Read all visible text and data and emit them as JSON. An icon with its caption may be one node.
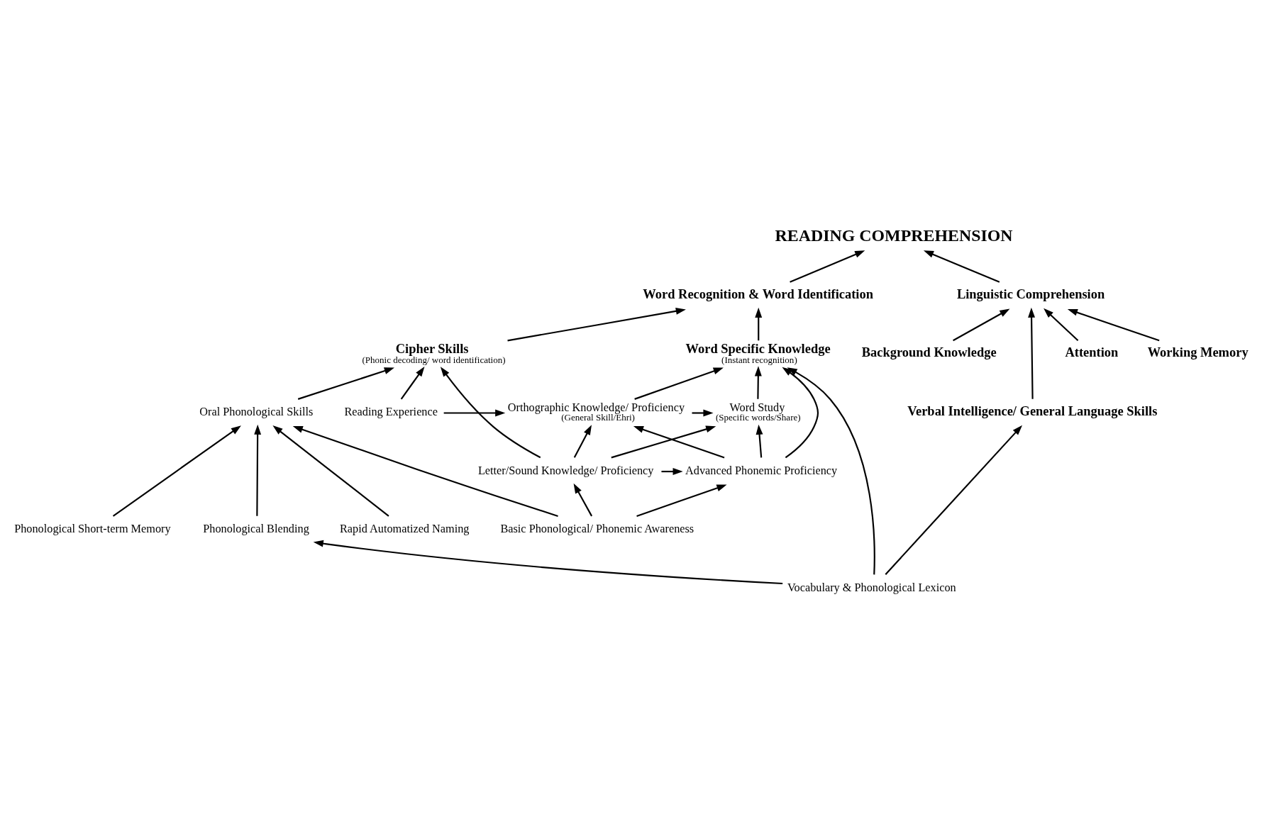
{
  "diagram": {
    "nodes": [
      {
        "text": [
          "READING COMPREHENSION"
        ]
      },
      {
        "text": [
          "Word Recognition & Word Identification"
        ]
      },
      {
        "text": [
          "Linguistic Comprehension"
        ]
      },
      {
        "text": [
          "Cipher Skills",
          "(Phonic decoding/ word identification)"
        ]
      },
      {
        "text": [
          "Word Specific Knowledge",
          "(Instant recognition)"
        ]
      },
      {
        "text": [
          "Attention"
        ]
      },
      {
        "text": [
          "Working Memory"
        ]
      },
      {
        "text": [
          "Background Knowledge"
        ]
      },
      {
        "text": [
          "Oral Phonological Skills"
        ]
      },
      {
        "text": [
          "Reading Experience"
        ]
      },
      {
        "text": [
          "Orthographic Knowledge/ Proficiency",
          "(General Skill/Ehri)"
        ]
      },
      {
        "text": [
          "Word Study",
          "(Specific words/Share)"
        ]
      },
      {
        "text": [
          "Verbal Intelligence/ General Language Skills"
        ]
      },
      {
        "text": [
          "Letter/Sound Knowledge/ Proficiency"
        ]
      },
      {
        "text": [
          "Advanced Phonemic Proficiency"
        ]
      },
      {
        "text": [
          "Phonological Short-term Memory"
        ]
      },
      {
        "text": [
          "Phonological Blending"
        ]
      },
      {
        "text": [
          "Rapid Automatized Naming"
        ]
      },
      {
        "text": [
          "Basic Phonological/ Phonemic Awareness"
        ]
      },
      {
        "text": [
          "Vocabulary & Phonological Lexicon"
        ]
      }
    ],
    "edges": [
      {
        "from": 1,
        "to": 0,
        "arrow": "to"
      },
      {
        "from": 2,
        "to": 0,
        "arrow": "to"
      },
      {
        "from": 3,
        "to": 1,
        "arrow": "to"
      },
      {
        "from": 4,
        "to": 1,
        "arrow": "to"
      },
      {
        "from": 5,
        "to": 2,
        "arrow": "to"
      },
      {
        "from": 6,
        "to": 2,
        "arrow": "to"
      },
      {
        "from": 12,
        "to": 2,
        "arrow": "to"
      },
      {
        "from": 7,
        "to": 2,
        "arrow": "to"
      },
      {
        "from": 8,
        "to": 3,
        "arrow": "to"
      },
      {
        "from": 13,
        "to": 3,
        "arrow": "to"
      },
      {
        "from": 9,
        "to": 3,
        "arrow": "to"
      },
      {
        "from": 10,
        "to": 4,
        "arrow": "to"
      },
      {
        "from": 19,
        "to": 4,
        "arrow": "to"
      },
      {
        "from": 14,
        "to": 4,
        "arrow": "to"
      },
      {
        "from": 11,
        "to": 4,
        "arrow": "to"
      },
      {
        "from": 9,
        "to": 10,
        "arrow": "to"
      },
      {
        "from": 10,
        "to": 11,
        "arrow": "to"
      },
      {
        "from": 13,
        "to": 10,
        "arrow": "to"
      },
      {
        "from": 13,
        "to": 11,
        "arrow": "to"
      },
      {
        "from": 14,
        "to": 10,
        "arrow": "to"
      },
      {
        "from": 14,
        "to": 11,
        "arrow": "to"
      },
      {
        "from": 13,
        "to": 14,
        "arrow": "to"
      },
      {
        "from": 15,
        "to": 8,
        "arrow": "to"
      },
      {
        "from": 17,
        "to": 8,
        "arrow": "to"
      },
      {
        "from": 16,
        "to": 8,
        "arrow": "to"
      },
      {
        "from": 18,
        "to": 8,
        "arrow": "to"
      },
      {
        "from": 18,
        "to": 13,
        "arrow": "to"
      },
      {
        "from": 18,
        "to": 14,
        "arrow": "to"
      },
      {
        "from": 19,
        "to": 16,
        "arrow": "to"
      },
      {
        "from": 19,
        "to": 12,
        "arrow": "to"
      }
    ]
  }
}
